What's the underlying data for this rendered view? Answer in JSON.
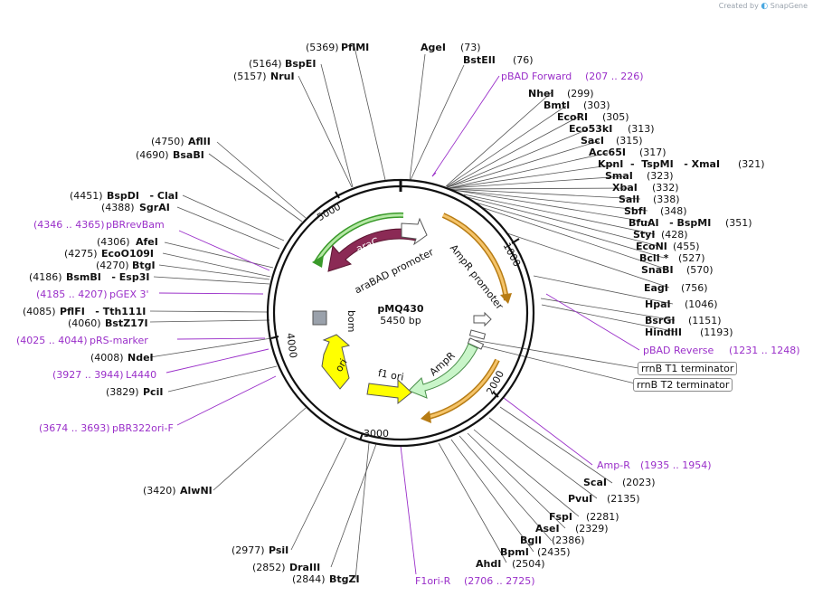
{
  "credit": {
    "prefix": "Created by",
    "brand": "SnapGene"
  },
  "plasmid": {
    "name": "pMQ430",
    "size": "5450 bp"
  },
  "ticks": [
    "1000",
    "2000",
    "3000",
    "4000",
    "5000"
  ],
  "features": {
    "araC": "araC",
    "araBAD_promoter": "araBAD promoter",
    "AmpR_promoter": "AmpR promoter",
    "AmpR": "AmpR",
    "f1_ori": "f1 ori",
    "ori": "ori",
    "bom": "bom"
  },
  "terminators": [
    "rrnB T1 terminator",
    "rrnB T2 terminator"
  ],
  "enzymes_right": [
    {
      "name": "AgeI",
      "pos": "(73)"
    },
    {
      "name": "BstEII",
      "pos": "(76)"
    },
    {
      "name": "NheI",
      "pos": "(299)"
    },
    {
      "name": "BmtI",
      "pos": "(303)"
    },
    {
      "name": "EcoRI",
      "pos": "(305)"
    },
    {
      "name": "Eco53kI",
      "pos": "(313)"
    },
    {
      "name": "SacI",
      "pos": "(315)"
    },
    {
      "name": "Acc65I",
      "pos": "(317)"
    },
    {
      "name": "KpnI  -  TspMI   - XmaI",
      "pos": "(321)"
    },
    {
      "name": "SmaI",
      "pos": "(323)"
    },
    {
      "name": "XbaI",
      "pos": "(332)"
    },
    {
      "name": "SalI",
      "pos": "(338)"
    },
    {
      "name": "SbfI",
      "pos": "(348)"
    },
    {
      "name": "BfuAI   - BspMI",
      "pos": "(351)"
    },
    {
      "name": "StyI",
      "pos": "(428)"
    },
    {
      "name": "EcoNI",
      "pos": "(455)"
    },
    {
      "name": "BclI *",
      "pos": "(527)"
    },
    {
      "name": "SnaBI",
      "pos": "(570)"
    },
    {
      "name": "EagI",
      "pos": "(756)"
    },
    {
      "name": "HpaI",
      "pos": "(1046)"
    },
    {
      "name": "BsrGI",
      "pos": "(1151)"
    },
    {
      "name": "HindIII",
      "pos": "(1193)"
    },
    {
      "name": "ScaI",
      "pos": "(2023)"
    },
    {
      "name": "PvuI",
      "pos": "(2135)"
    },
    {
      "name": "FspI",
      "pos": "(2281)"
    },
    {
      "name": "AseI",
      "pos": "(2329)"
    },
    {
      "name": "BglI",
      "pos": "(2386)"
    },
    {
      "name": "BpmI",
      "pos": "(2435)"
    },
    {
      "name": "AhdI",
      "pos": "(2504)"
    }
  ],
  "enzymes_left": [
    {
      "name": "PflMI",
      "pos": "(5369)"
    },
    {
      "name": "BspEI",
      "pos": "(5164)"
    },
    {
      "name": "NruI",
      "pos": "(5157)"
    },
    {
      "name": "AflII",
      "pos": "(4750)"
    },
    {
      "name": "BsaBI",
      "pos": "(4690)"
    },
    {
      "name": "BspDI   - ClaI",
      "pos": "(4451)"
    },
    {
      "name": "SgrAI",
      "pos": "(4388)"
    },
    {
      "name": "AfeI",
      "pos": "(4306)"
    },
    {
      "name": "EcoO109I",
      "pos": "(4275)"
    },
    {
      "name": "BtgI",
      "pos": "(4270)"
    },
    {
      "name": "BsmBI   - Esp3I",
      "pos": "(4186)"
    },
    {
      "name": "PflFI   - Tth111I",
      "pos": "(4085)"
    },
    {
      "name": "BstZ17I",
      "pos": "(4060)"
    },
    {
      "name": "NdeI",
      "pos": "(4008)"
    },
    {
      "name": "PciI",
      "pos": "(3829)"
    },
    {
      "name": "AlwNI",
      "pos": "(3420)"
    },
    {
      "name": "PsiI",
      "pos": "(2977)"
    },
    {
      "name": "DraIII",
      "pos": "(2852)"
    },
    {
      "name": "BtgZI",
      "pos": "(2844)"
    }
  ],
  "primers": [
    {
      "name": "pBAD Forward",
      "range": "(207 .. 226)"
    },
    {
      "name": "pBAD Reverse",
      "range": "(1231 .. 1248)"
    },
    {
      "name": "Amp-R",
      "range": "(1935 .. 1954)"
    },
    {
      "name": "F1ori-R",
      "range": "(2706 .. 2725)"
    },
    {
      "name": "pBR322ori-F",
      "range": "(3674 .. 3693)"
    },
    {
      "name": "L4440",
      "range": "(3927 .. 3944)"
    },
    {
      "name": "pRS-marker",
      "range": "(4025 .. 4044)"
    },
    {
      "name": "pGEX 3'",
      "range": "(4185 .. 4207)"
    },
    {
      "name": "pBRrevBam",
      "range": "(4346 .. 4365)"
    }
  ],
  "colors": {
    "araC": "#8b2a55",
    "araBAD": "#ffffff",
    "AmpR": "#c9f5c9",
    "ori": "#ffff00",
    "f1": "#ffff00",
    "bom": "#9aa1ab",
    "orange_arc": "#f5a623",
    "green_arc": "#3a9a2a",
    "primer": "#9a2fc9",
    "backbone": "#111111"
  }
}
